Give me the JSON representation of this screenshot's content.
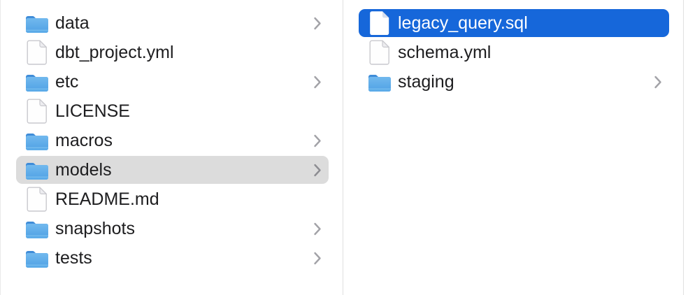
{
  "window": {
    "view": "finder-column-view"
  },
  "colors": {
    "background": "#ffffff",
    "divider": "#e0e0e0",
    "selection_active": "#1667da",
    "selection_inactive": "#dcdcdc",
    "text": "#1d1d1f",
    "text_selected": "#ffffff",
    "chevron": "#a2a2a7",
    "folder_blue": "#5aa7e7",
    "file_border": "#c9c9ce"
  },
  "columns": [
    {
      "name": "column-1",
      "items": [
        {
          "label": "data",
          "icon": "folder-icon",
          "chevron": true,
          "selected": false
        },
        {
          "label": "dbt_project.yml",
          "icon": "file-icon",
          "chevron": false,
          "selected": false
        },
        {
          "label": "etc",
          "icon": "folder-icon",
          "chevron": true,
          "selected": false
        },
        {
          "label": "LICENSE",
          "icon": "file-icon",
          "chevron": false,
          "selected": false
        },
        {
          "label": "macros",
          "icon": "folder-icon",
          "chevron": true,
          "selected": false
        },
        {
          "label": "models",
          "icon": "folder-icon",
          "chevron": true,
          "selected": true,
          "selection_style": "inactive"
        },
        {
          "label": "README.md",
          "icon": "file-icon",
          "chevron": false,
          "selected": false
        },
        {
          "label": "snapshots",
          "icon": "folder-icon",
          "chevron": true,
          "selected": false
        },
        {
          "label": "tests",
          "icon": "folder-icon",
          "chevron": true,
          "selected": false
        }
      ]
    },
    {
      "name": "column-2",
      "items": [
        {
          "label": "legacy_query.sql",
          "icon": "file-icon",
          "chevron": false,
          "selected": true,
          "selection_style": "active"
        },
        {
          "label": "schema.yml",
          "icon": "file-icon",
          "chevron": false,
          "selected": false
        },
        {
          "label": "staging",
          "icon": "folder-icon",
          "chevron": true,
          "selected": false
        }
      ]
    },
    {
      "name": "column-3",
      "items": []
    }
  ]
}
